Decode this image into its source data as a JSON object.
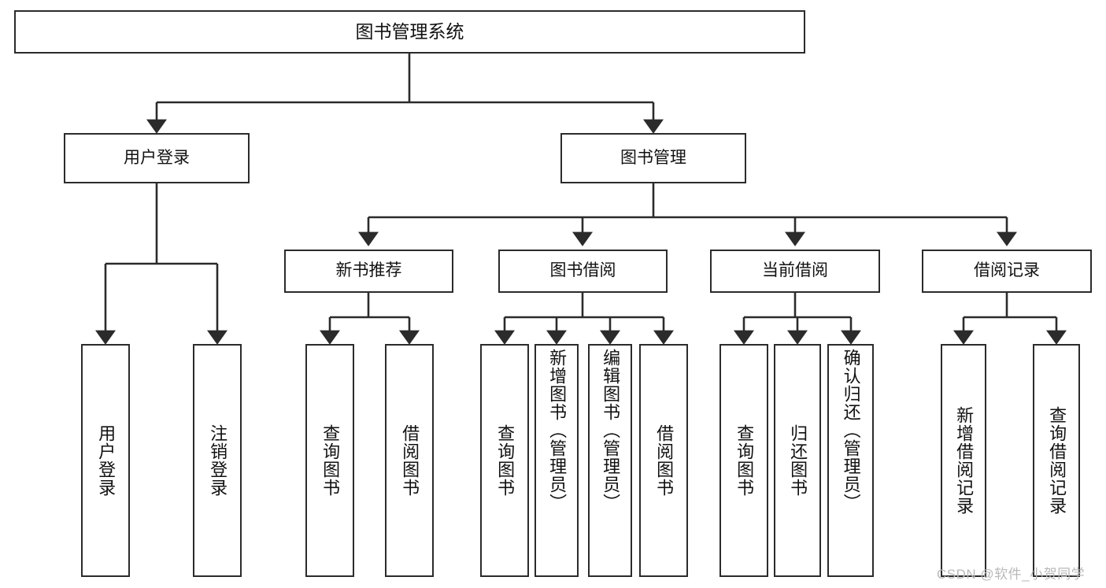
{
  "diagram": {
    "title": "图书管理系统",
    "type": "hierarchy-tree",
    "watermark": "CSDN @软件_小贺同学",
    "colors": {
      "box_border": "#2b2b2b",
      "box_fill": "#ffffff",
      "edge": "#2b2b2b",
      "text": "#111111",
      "watermark": "#b9b9b9"
    },
    "root": {
      "label": "图书管理系统"
    },
    "level2": [
      {
        "label": "用户登录"
      },
      {
        "label": "图书管理"
      }
    ],
    "level3": [
      {
        "label": "新书推荐"
      },
      {
        "label": "图书借阅"
      },
      {
        "label": "当前借阅"
      },
      {
        "label": "借阅记录"
      }
    ],
    "leaves": {
      "user_login": [
        {
          "label": "用户登录"
        },
        {
          "label": "注销登录"
        }
      ],
      "new_book_recommend": [
        {
          "label": "查询图书"
        },
        {
          "label": "借阅图书"
        }
      ],
      "book_borrow": [
        {
          "label": "查询图书"
        },
        {
          "label": "新增图书（管理员）"
        },
        {
          "label": "编辑图书（管理员）"
        },
        {
          "label": "借阅图书"
        }
      ],
      "current_borrow": [
        {
          "label": "查询图书"
        },
        {
          "label": "归还图书"
        },
        {
          "label": "确认归还（管理员）"
        }
      ],
      "borrow_record": [
        {
          "label": "新增借阅记录"
        },
        {
          "label": "查询借阅记录"
        }
      ]
    }
  }
}
